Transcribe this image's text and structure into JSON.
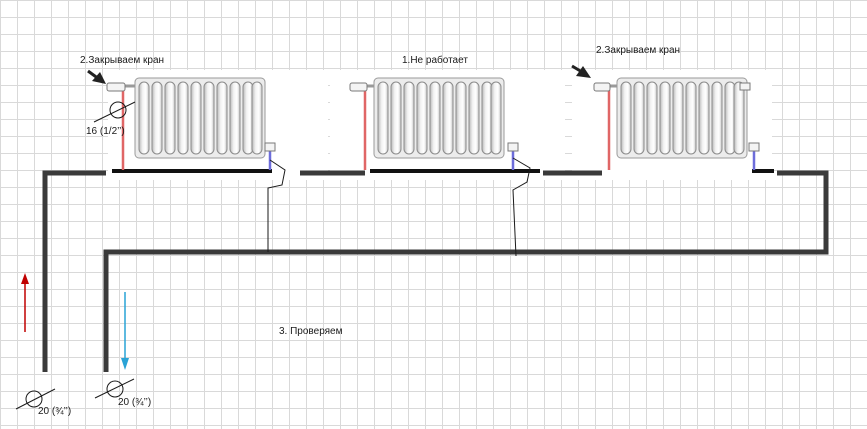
{
  "diagram": {
    "labels": {
      "close_valve_left": "2.Закрываем кран",
      "not_working": "1.Не работает",
      "close_valve_right": "2.Закрываем кран",
      "check": "3. Проверяем",
      "branch_pipe_size": "16 (1/2’’)",
      "supply_pipe_size": "20 (¾’’)",
      "return_pipe_size": "20 (¾’’)"
    },
    "colors": {
      "pipe": "#3a3a3a",
      "hot": "#e06666",
      "cold": "#6d6ddb",
      "supply_arrow": "#c00000",
      "return_arrow": "#29a3d6"
    },
    "icons": [
      "radiator-icon",
      "valve-icon",
      "arrow-icon",
      "pipe-section-symbol"
    ]
  }
}
